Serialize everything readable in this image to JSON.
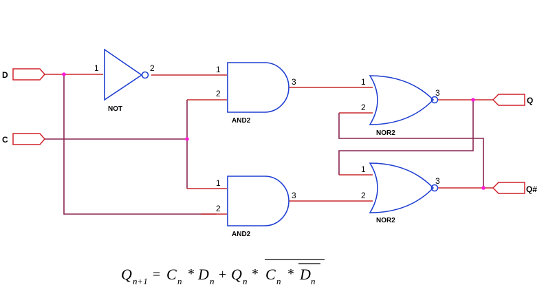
{
  "ports": {
    "d": "D",
    "c": "C",
    "q": "Q",
    "qbar": "Q#"
  },
  "gates": {
    "not": {
      "label": "NOT",
      "pin_in": "1",
      "pin_out": "2"
    },
    "and_top": {
      "label": "AND2",
      "pin_1": "1",
      "pin_2": "2",
      "pin_3": "3"
    },
    "and_bottom": {
      "label": "AND2",
      "pin_1": "1",
      "pin_2": "2",
      "pin_3": "3"
    },
    "nor_top": {
      "label": "NOR2",
      "pin_1": "1",
      "pin_2": "2",
      "pin_3": "3"
    },
    "nor_bottom": {
      "label": "NOR2",
      "pin_1": "1",
      "pin_2": "2",
      "pin_3": "3"
    }
  },
  "equation": {
    "lhs": "Q",
    "lhs_sub": "n+1",
    "equals": "=",
    "t1": "C",
    "t1_sub": "n",
    "star1": "*",
    "t2": "D",
    "t2_sub": "n",
    "plus": "+",
    "t3": "Q",
    "t3_sub": "n",
    "star2": "*",
    "t4": "C",
    "t4_sub": "n",
    "star3": "*",
    "t5": "D",
    "t5_sub": "n"
  },
  "colors": {
    "wire_red": "#c8282b",
    "wire_purple": "#8a2550",
    "gate_blue": "#1f3fd1",
    "junction": "#ff1cd8"
  }
}
